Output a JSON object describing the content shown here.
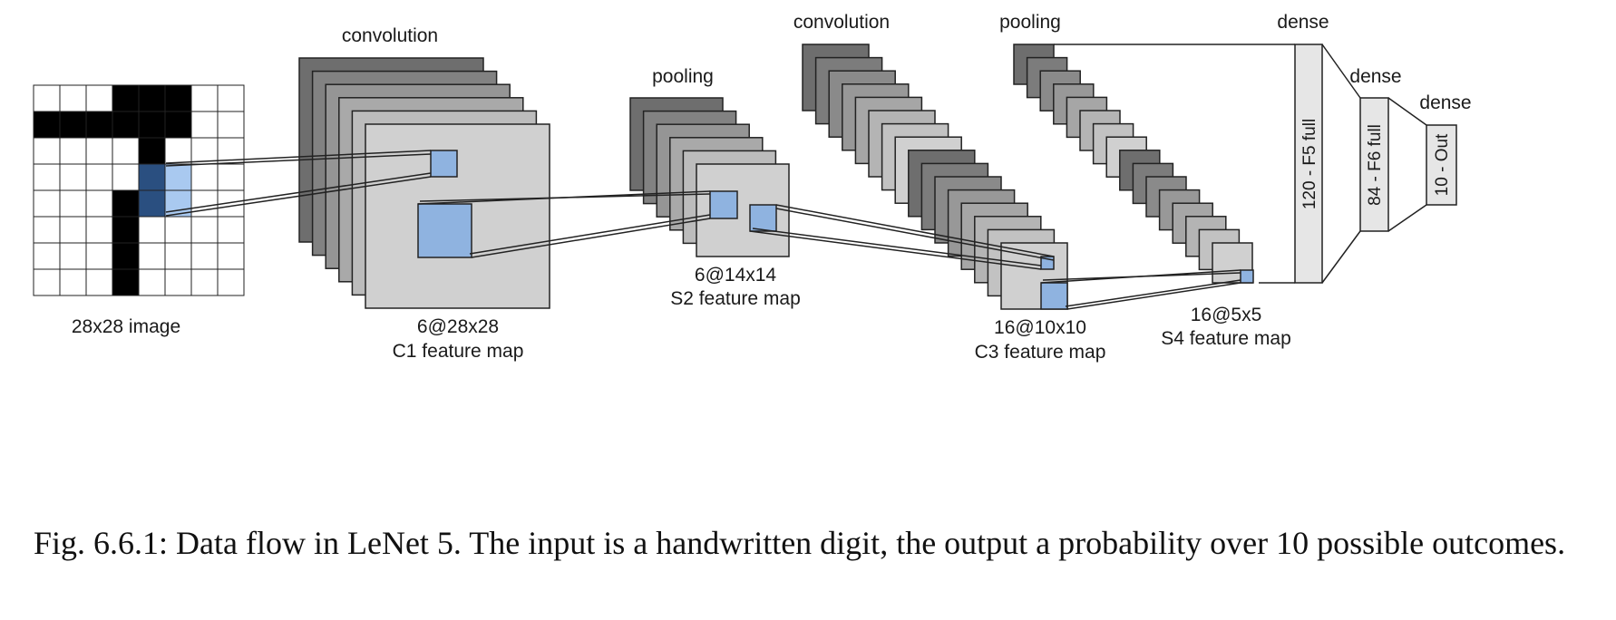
{
  "labels": {
    "input": "28x28 image",
    "conv1": "convolution",
    "c1_size": "6@28x28",
    "c1_name": "C1 feature map",
    "pool1": "pooling",
    "s2_size": "6@14x14",
    "s2_name": "S2 feature map",
    "conv2": "convolution",
    "c3_size": "16@10x10",
    "c3_name": "C3 feature map",
    "pool2": "pooling",
    "s4_size": "16@5x5",
    "s4_name": "S4 feature map",
    "dense1": "dense",
    "dense2": "dense",
    "dense3": "dense",
    "f5": "120 - F5 full",
    "f6": "84 - F6 full",
    "out": "10 - Out"
  },
  "caption": "Fig. 6.6.1: Data flow in LeNet 5. The input is a handwritten digit, the output a probability over 10 possible outcomes.",
  "colors": {
    "black_pixel": "#000000",
    "receptive_dark": "#2a4f80",
    "receptive_light": "#a9c9f0",
    "highlight": "#8fb3e0",
    "dark_gray": "#6e6e6e",
    "light_gray": "#d0d0d0",
    "dense_fill": "#e6e6e6"
  },
  "input_grid": {
    "rows": 8,
    "cols": 8,
    "black_cells": [
      [
        0,
        3
      ],
      [
        0,
        4
      ],
      [
        0,
        5
      ],
      [
        1,
        0
      ],
      [
        1,
        1
      ],
      [
        1,
        2
      ],
      [
        1,
        3
      ],
      [
        1,
        4
      ],
      [
        1,
        5
      ],
      [
        2,
        4
      ],
      [
        3,
        4
      ],
      [
        4,
        3
      ],
      [
        5,
        3
      ],
      [
        6,
        3
      ],
      [
        7,
        3
      ]
    ],
    "receptive_dark_cells": [
      [
        3,
        4
      ],
      [
        4,
        4
      ]
    ],
    "receptive_light_cells": [
      [
        3,
        5
      ],
      [
        4,
        5
      ]
    ]
  },
  "stacks": {
    "c1_maps": 6,
    "s2_maps": 6,
    "c3_maps": 16,
    "s4_maps": 16
  }
}
